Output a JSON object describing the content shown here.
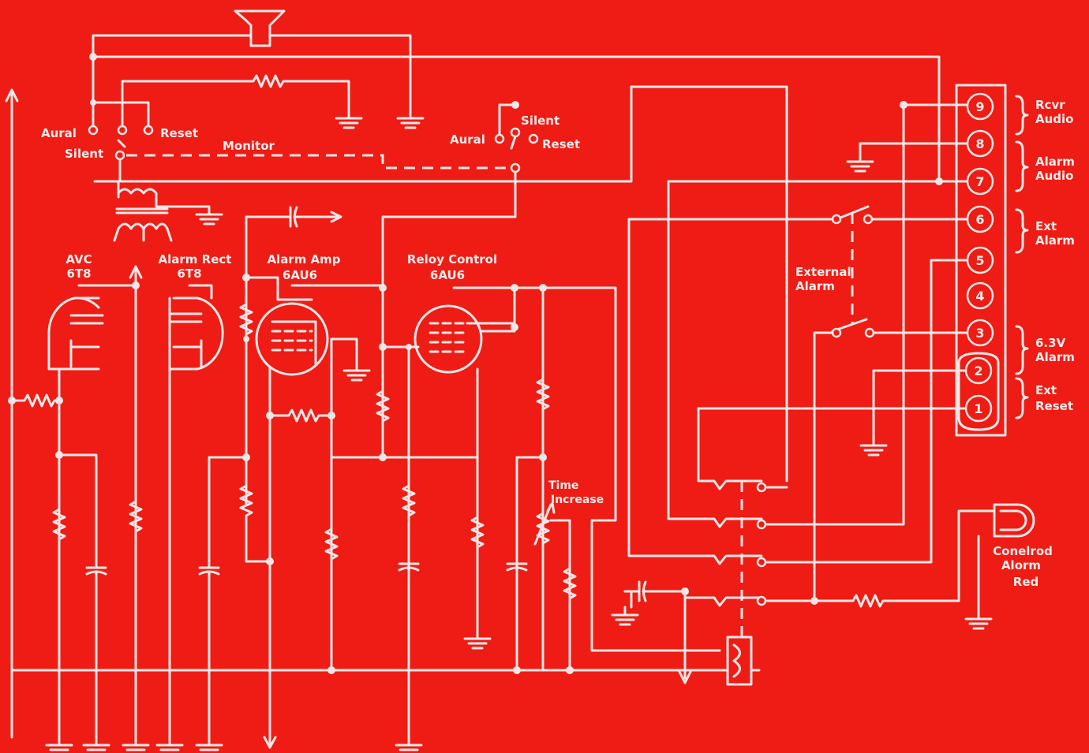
{
  "colors": {
    "background": "#ee1c14",
    "ink": "#f1e6e6"
  },
  "labels": {
    "avc": "AVC",
    "avc_tube": "6T8",
    "alarm_rect": "Alarm Rect",
    "alarm_rect_tube": "6T8",
    "alarm_amp": "Alarm Amp",
    "alarm_amp_tube": "6AU6",
    "relay_control": "Reloy Control",
    "relay_control_tube": "6AU6",
    "left_aural": "Aural",
    "left_silent": "Silent",
    "left_reset": "Reset",
    "monitor": "Monitor",
    "right_aural": "Aural",
    "right_silent": "Silent",
    "right_reset": "Reset",
    "external_alarm_1": "External",
    "external_alarm_2": "Alarm",
    "time_1": "Time",
    "time_2": "Increase",
    "lamp_1": "Conelrod",
    "lamp_2": "Alorm",
    "lamp_3": "Red",
    "rcvr_1": "Rcvr",
    "rcvr_2": "Audio",
    "alarm_audio_1": "Alarm",
    "alarm_audio_2": "Audio",
    "ext_alarm_1": "Ext",
    "ext_alarm_2": "Alarm",
    "v63_1": "6.3V",
    "v63_2": "Alarm",
    "ext_reset_1": "Ext",
    "ext_reset_2": "Reset"
  },
  "terminals": [
    "9",
    "8",
    "7",
    "6",
    "5",
    "4",
    "3",
    "2",
    "1"
  ]
}
